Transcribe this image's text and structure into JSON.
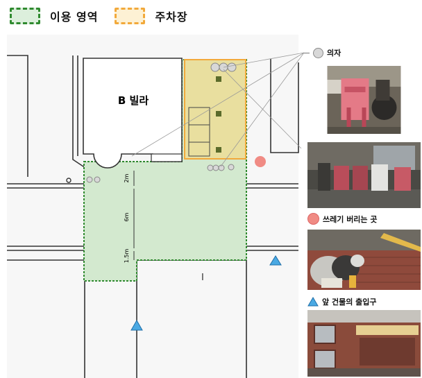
{
  "legend": {
    "usage_area": "이용 영역",
    "parking": "주차장"
  },
  "map": {
    "building_label": "B 빌라",
    "dimensions": {
      "d1": "2m",
      "d2": "6m",
      "d3": "1.5m"
    }
  },
  "side_legend": {
    "chair": "의자",
    "trash": "쓰레기 버리는 곳",
    "entrance": "앞 건물의 출입구"
  },
  "colors": {
    "usage_fill": "#d3e9cf",
    "usage_border": "#2f8a2f",
    "parking_fill": "#e9df9f",
    "parking_border": "#f2a93b",
    "trash_marker": "#f08b84",
    "entrance_marker": "#4aa9e3",
    "chair_marker": "#d8d8d8"
  },
  "icons": [
    "chair-circle-icon",
    "trash-dot-icon",
    "entrance-triangle-icon",
    "text-cursor-icon"
  ]
}
